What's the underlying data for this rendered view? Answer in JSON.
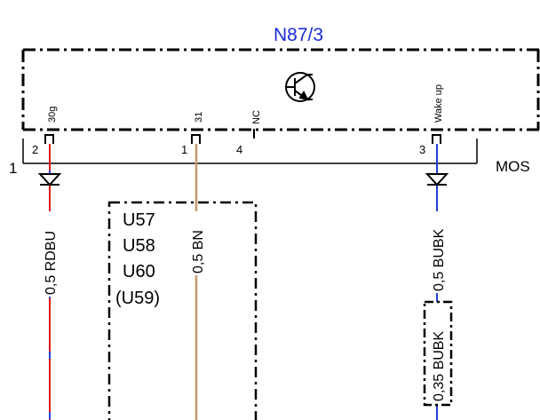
{
  "component": {
    "title": "N87/3",
    "title_color": "#1a2bd6"
  },
  "pins": [
    {
      "number": "2",
      "name": "30g"
    },
    {
      "number": "1",
      "name": "31"
    },
    {
      "number": "4",
      "name": "NC"
    },
    {
      "number": "3",
      "name": "Wake up"
    }
  ],
  "connector": {
    "number": "1",
    "label": "MOS"
  },
  "wires": [
    {
      "label": "0,5 RDBU",
      "colors": [
        "#e21b1b",
        "#1f3fd6"
      ]
    },
    {
      "label": "0,5 BN",
      "colors": [
        "#c49a6c"
      ]
    },
    {
      "label": "0,5 BUBK",
      "colors": [
        "#1f3fd6",
        "#000000"
      ]
    },
    {
      "label": "0,35 BUBK",
      "colors": [
        "#1f3fd6",
        "#000000"
      ]
    }
  ],
  "variants": {
    "lines": [
      "U57",
      "U58",
      "U60",
      "(U59)"
    ]
  },
  "symbols": {
    "transistor": "transistor-icon",
    "ground_triangle": "triangle-down-icon"
  }
}
